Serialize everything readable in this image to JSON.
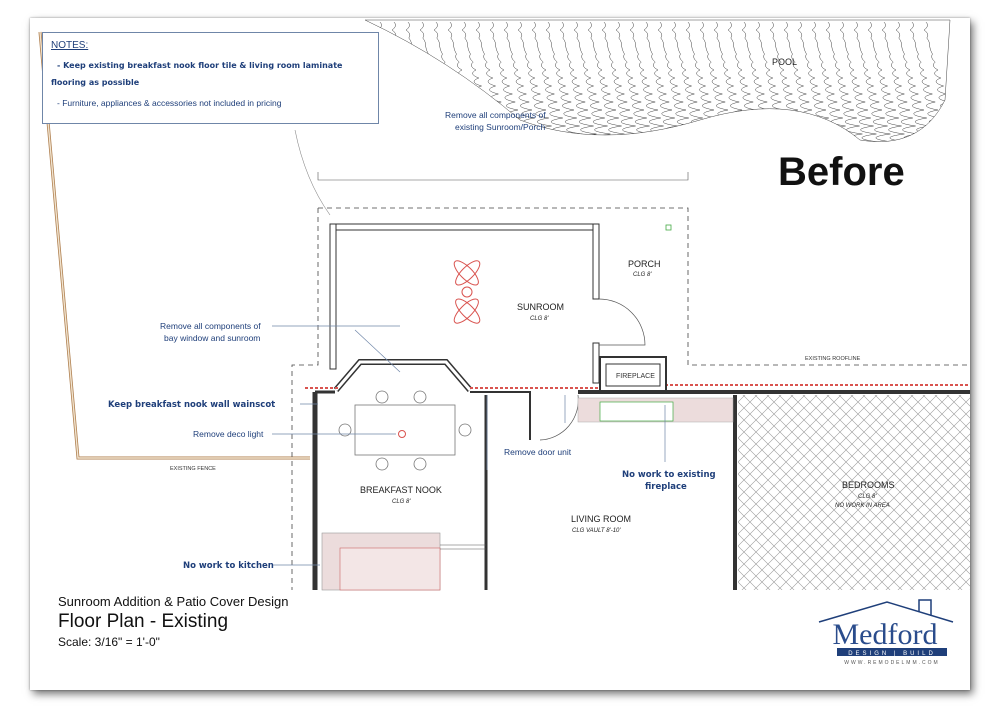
{
  "notes": {
    "heading": "NOTES:",
    "bold_note_line1": "- Keep existing breakfast nook floor tile & living room laminate",
    "bold_note_line2": "flooring as possible",
    "note2": "- Furniture, appliances & accessories not included in pricing"
  },
  "stamp": "Before",
  "areas": {
    "pool": "POOL",
    "porch": "PORCH",
    "porch_clg": "CLG 8'",
    "sunroom": "SUNROOM",
    "sunroom_clg": "CLG 8'",
    "fireplace": "FIREPLACE",
    "roofline": "EXISTING ROOFLINE",
    "fence": "EXISTING FENCE",
    "nook": "BREAKFAST NOOK",
    "nook_clg": "CLG 8'",
    "living": "LIVING ROOM",
    "living_clg": "CLG VAULT 8'-10'",
    "bedrooms": "BEDROOMS",
    "bedrooms_clg": "CLG 8'",
    "bedrooms_note": "NO WORK IN AREA"
  },
  "callouts": {
    "remove_sunroom_1": "Remove all components of",
    "remove_sunroom_2": "existing Sunroom/Porch",
    "remove_bay_1": "Remove all components of",
    "remove_bay_2": "bay window and sunroom",
    "wainscot": "Keep breakfast nook wall wainscot",
    "deco_light": "Remove deco light",
    "door_unit": "Remove door unit",
    "fireplace_1": "No work to existing",
    "fireplace_2": "fireplace",
    "kitchen": "No work to kitchen"
  },
  "title_block": {
    "project": "Sunroom Addition & Patio Cover Design",
    "sheet": "Floor Plan - Existing",
    "scale": "Scale: 3/16\" = 1'-0\""
  },
  "logo": {
    "name": "Medford",
    "tagline": "DESIGN | BUILD",
    "url": "WWW.REMODELMM.COM"
  },
  "colors": {
    "callout": "#1f3f7a",
    "hatch": "#d9534f",
    "wall": "#333333"
  }
}
